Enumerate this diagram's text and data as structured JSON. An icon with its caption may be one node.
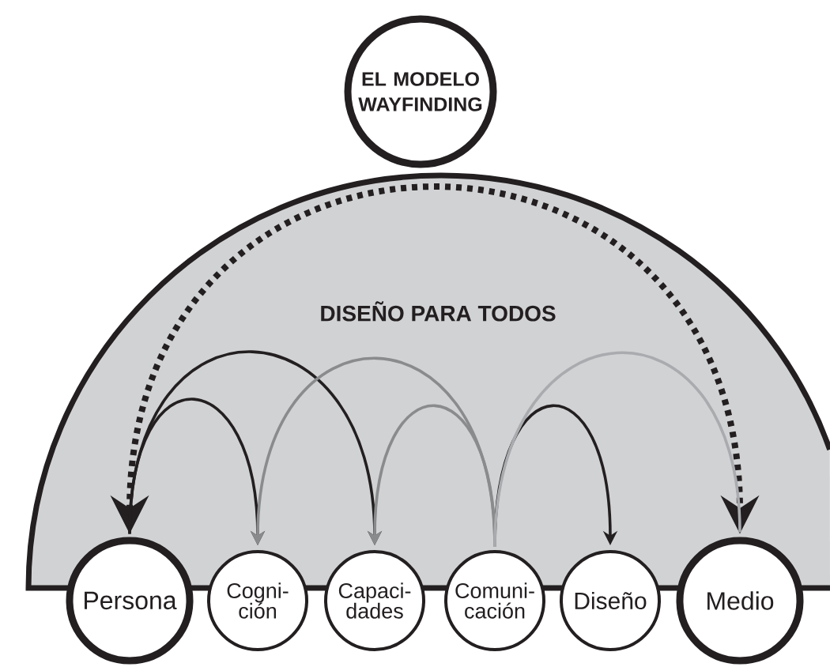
{
  "diagram": {
    "nodes": [
      {
        "text": [
          "EL MODELO WAYFINDING"
        ]
      },
      {
        "text": [
          "DISEÑO PARA TODOS"
        ]
      },
      {
        "text": [
          "Persona"
        ]
      },
      {
        "text": [
          "Cogni- ción"
        ]
      },
      {
        "text": [
          "Capaci- dades"
        ]
      },
      {
        "text": [
          "Comuni- cación"
        ]
      },
      {
        "text": [
          "Diseño"
        ]
      },
      {
        "text": [
          "Medio"
        ]
      }
    ],
    "edges": [
      {
        "from": 2,
        "to": 3,
        "arrow": "to"
      },
      {
        "from": 2,
        "to": 4,
        "arrow": "to"
      },
      {
        "from": 5,
        "to": 3,
        "arrow": "to",
        "color": "#8a8b8d"
      },
      {
        "from": 5,
        "to": 4,
        "arrow": "to",
        "color": "#8a8b8d"
      },
      {
        "from": 5,
        "to": 6,
        "arrow": "to"
      },
      {
        "from": 5,
        "to": 7,
        "arrow": "none",
        "color": "#a9abae"
      },
      {
        "from": 2,
        "to": 7,
        "arrow": "both",
        "style": "dashed"
      }
    ]
  }
}
